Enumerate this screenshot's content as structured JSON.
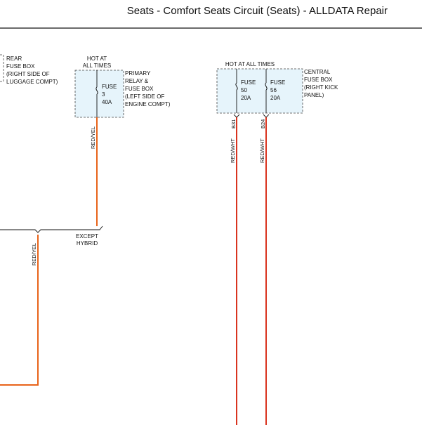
{
  "header": {
    "title": "Seats - Comfort Seats Circuit (Seats) - ALLDATA Repair"
  },
  "colors": {
    "background": "#ffffff",
    "fuse_box_fill": "#e6f4fb",
    "red_yel_wire": "#e8631a",
    "red_wht_wire": "#d9341f",
    "text": "#111111"
  },
  "rear_fuse_box": {
    "line1": "REAR",
    "line2": "FUSE BOX",
    "line3": "(RIGHT SIDE OF",
    "line4": "LUGGAGE COMPT)"
  },
  "primary_box": {
    "hot_line1": "HOT AT",
    "hot_line2": "ALL TIMES",
    "name_line1": "PRIMARY",
    "name_line2": "RELAY &",
    "name_line3": "FUSE BOX",
    "name_line4": "(LEFT SIDE OF",
    "name_line5": "ENGINE COMPT)",
    "fuse_label": "FUSE",
    "fuse_number": "3",
    "fuse_rating": "40A"
  },
  "central_box": {
    "hot_label": "HOT AT ALL TIMES",
    "name_line1": "CENTRAL",
    "name_line2": "FUSE BOX",
    "name_line3": "(RIGHT KICK",
    "name_line4": "PANEL)",
    "fuses": [
      {
        "label": "FUSE",
        "number": "50",
        "rating": "20A",
        "connector": "B31"
      },
      {
        "label": "FUSE",
        "number": "56",
        "rating": "20A",
        "connector": "B24"
      }
    ]
  },
  "wires": {
    "primary_wire": "RED/YEL",
    "left_wire": "RED/YEL",
    "central_wire_1": "RED/WHT",
    "central_wire_2": "RED/WHT"
  },
  "splice_note": {
    "line1": "EXCEPT",
    "line2": "HYBRID"
  }
}
